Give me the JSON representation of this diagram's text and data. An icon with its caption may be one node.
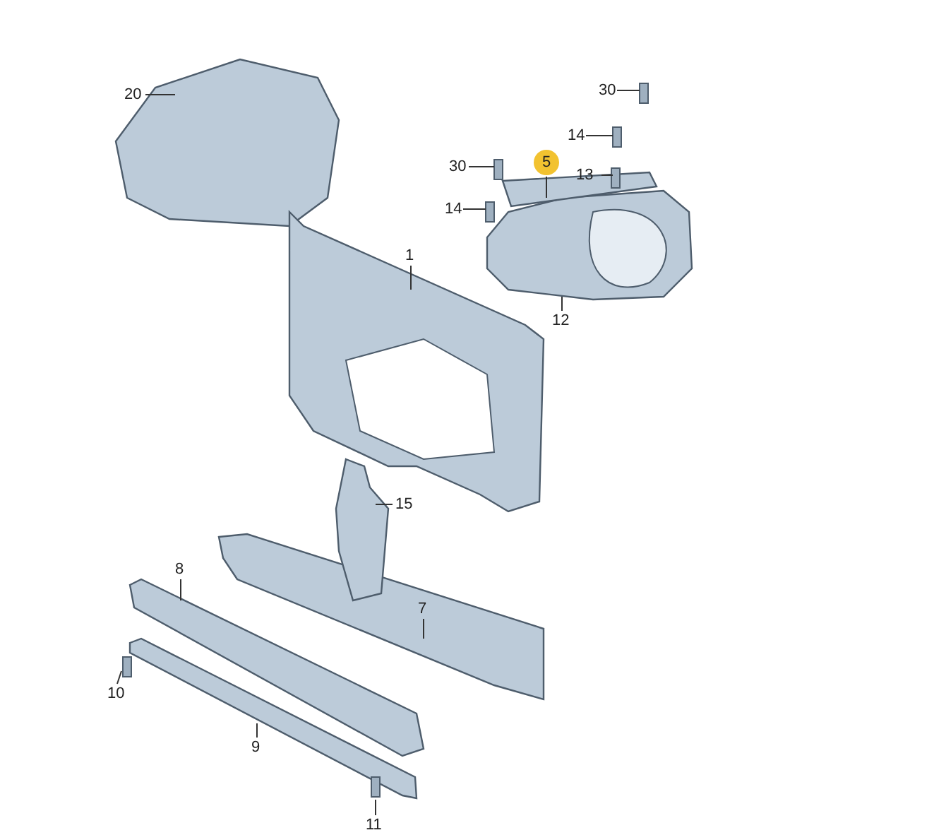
{
  "diagram": {
    "nodes": [
      {
        "text": [
          "20"
        ]
      },
      {
        "text": [
          "30"
        ]
      },
      {
        "text": [
          "14"
        ]
      },
      {
        "text": [
          "30"
        ]
      },
      {
        "text": [
          "5"
        ]
      },
      {
        "text": [
          "13"
        ]
      },
      {
        "text": [
          "14"
        ]
      },
      {
        "text": [
          "1"
        ]
      },
      {
        "text": [
          "12"
        ]
      },
      {
        "text": [
          "15"
        ]
      },
      {
        "text": [
          "8"
        ]
      },
      {
        "text": [
          "7"
        ]
      },
      {
        "text": [
          "10"
        ]
      },
      {
        "text": [
          "9"
        ]
      },
      {
        "text": [
          "11"
        ]
      }
    ],
    "edges": [
      {
        "from": 0,
        "to": null,
        "arrow": "none"
      },
      {
        "from": 1,
        "to": null,
        "arrow": "none"
      },
      {
        "from": 2,
        "to": null,
        "arrow": "none"
      },
      {
        "from": 3,
        "to": null,
        "arrow": "none"
      },
      {
        "from": 4,
        "to": null,
        "arrow": "none"
      },
      {
        "from": 5,
        "to": null,
        "arrow": "none"
      },
      {
        "from": 6,
        "to": null,
        "arrow": "none"
      },
      {
        "from": 7,
        "to": null,
        "arrow": "none"
      },
      {
        "from": 8,
        "to": null,
        "arrow": "none"
      },
      {
        "from": 9,
        "to": null,
        "arrow": "none"
      },
      {
        "from": 10,
        "to": null,
        "arrow": "none"
      },
      {
        "from": 11,
        "to": null,
        "arrow": "none"
      },
      {
        "from": 12,
        "to": null,
        "arrow": "none"
      },
      {
        "from": 13,
        "to": null,
        "arrow": "none"
      },
      {
        "from": 14,
        "to": null,
        "arrow": "none"
      }
    ]
  }
}
